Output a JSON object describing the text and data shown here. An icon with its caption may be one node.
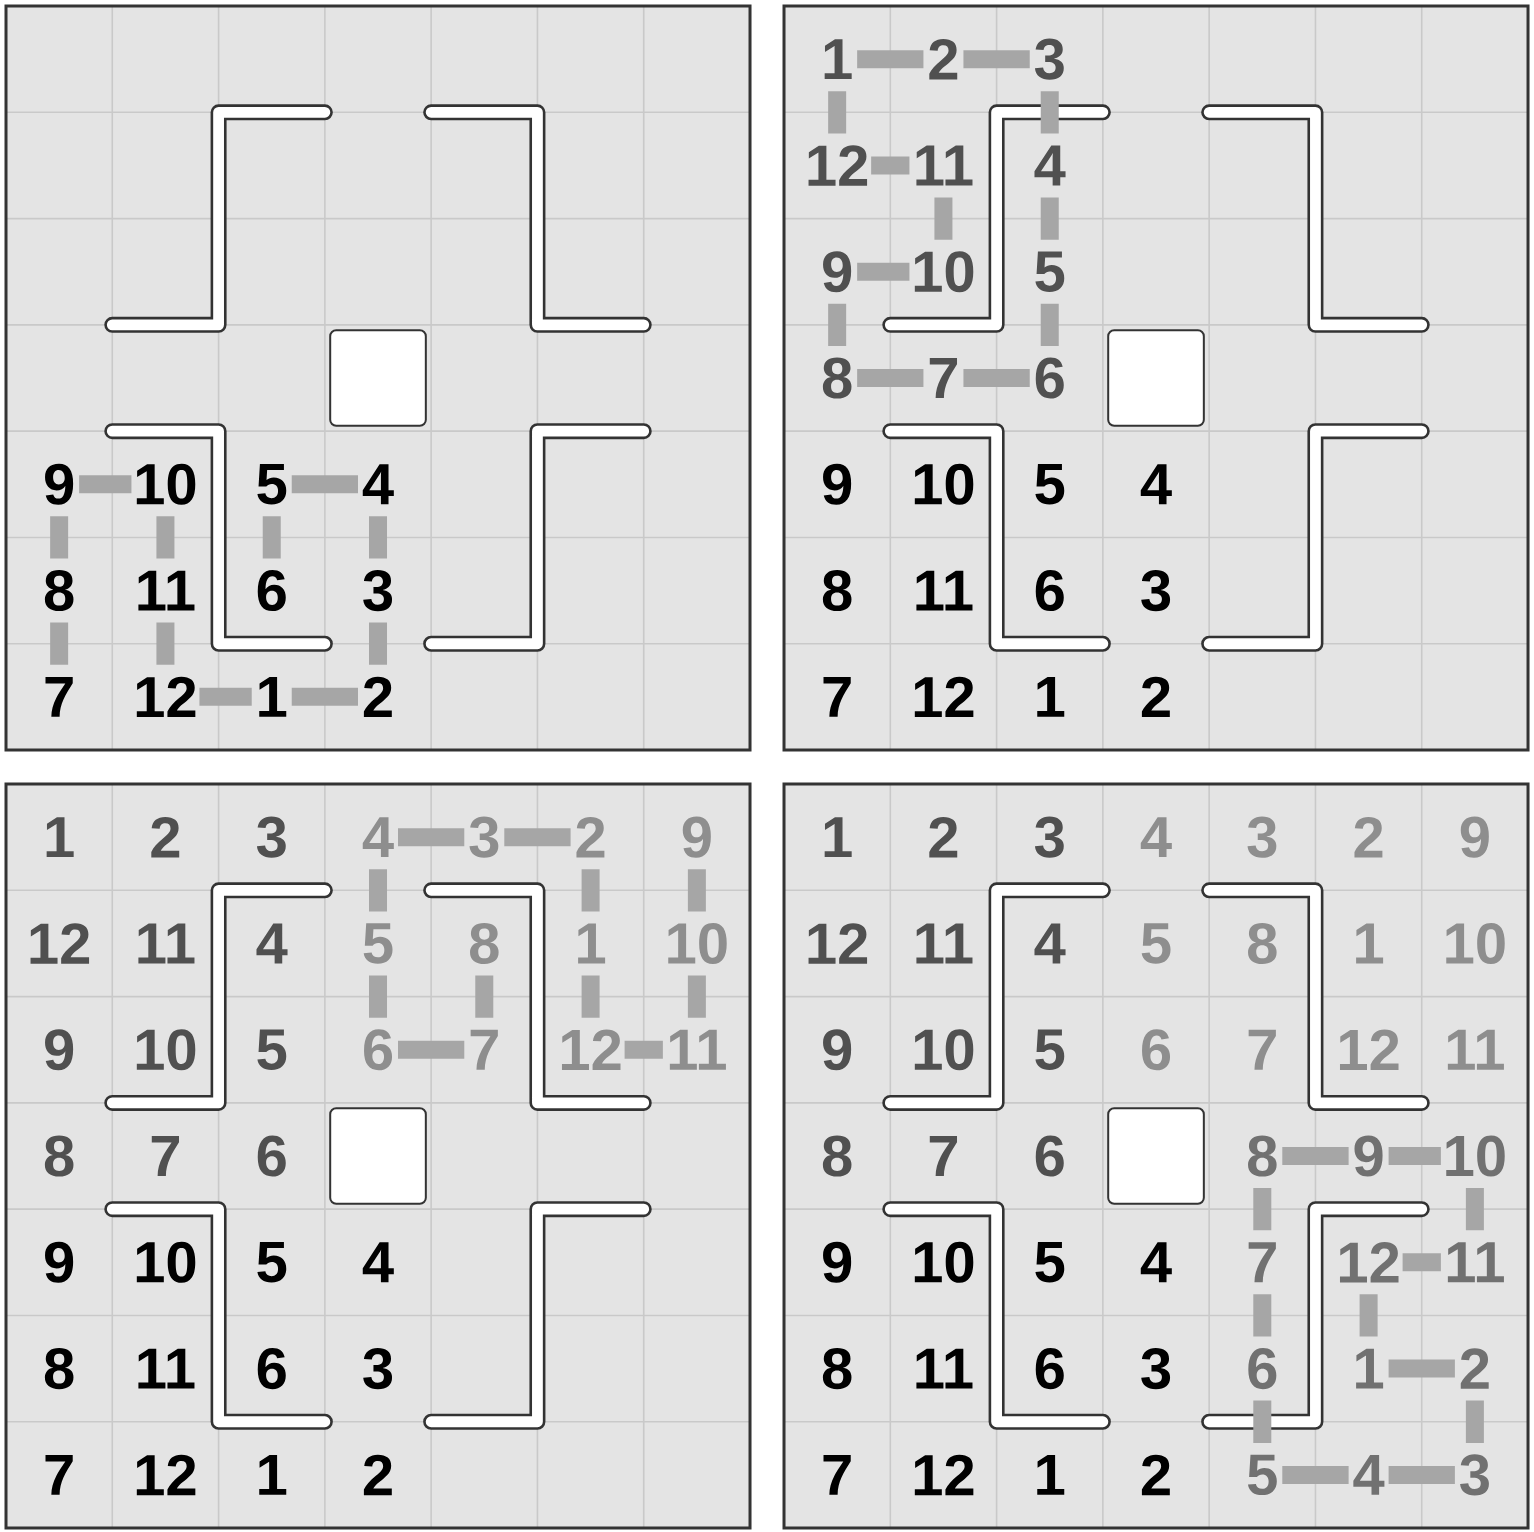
{
  "diagram": {
    "labels": [
      "9",
      "10",
      "5",
      "4",
      "8",
      "11",
      "6",
      "3",
      "7",
      "12",
      "1",
      "2",
      "1",
      "2",
      "3",
      "12",
      "11",
      "4",
      "9",
      "10",
      "5",
      "8",
      "7",
      "6",
      "9",
      "10",
      "5",
      "4",
      "8",
      "11",
      "6",
      "3",
      "7",
      "12",
      "1",
      "2",
      "1",
      "2",
      "3",
      "4",
      "3",
      "2",
      "9",
      "12",
      "11",
      "4",
      "5",
      "8",
      "1",
      "10",
      "9",
      "10",
      "5",
      "6",
      "7",
      "12",
      "11",
      "8",
      "7",
      "6",
      "9",
      "10",
      "5",
      "4",
      "8",
      "11",
      "6",
      "3",
      "7",
      "12",
      "1",
      "2",
      "1",
      "2",
      "3",
      "4",
      "3",
      "2",
      "9",
      "12",
      "11",
      "4",
      "5",
      "8",
      "1",
      "10",
      "9",
      "10",
      "5",
      "6",
      "7",
      "12",
      "11",
      "8",
      "7",
      "6",
      "8",
      "9",
      "10",
      "9",
      "10",
      "5",
      "4",
      "7",
      "12",
      "11",
      "8",
      "11",
      "6",
      "3",
      "6",
      "1",
      "2",
      "7",
      "12",
      "1",
      "2",
      "5",
      "4",
      "3"
    ]
  }
}
